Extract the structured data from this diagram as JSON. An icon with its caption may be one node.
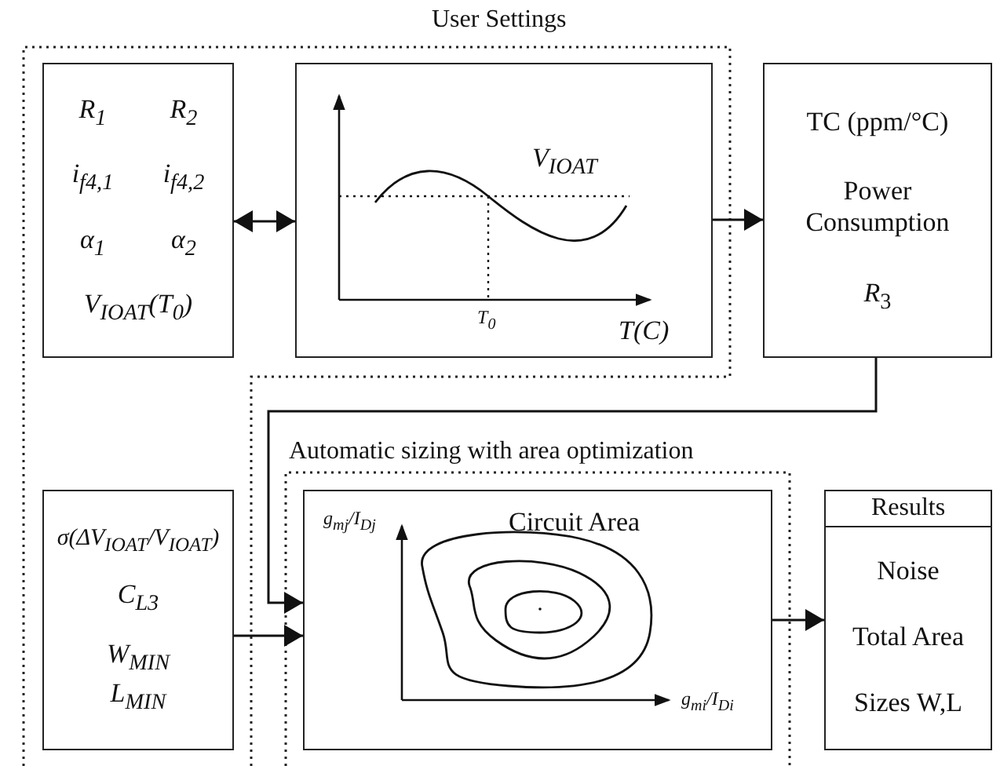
{
  "diagram": {
    "nodes": [
      {
        "text": [
          "User Settings"
        ]
      },
      {
        "text": [
          "R$_{1}$",
          "R$_{2}$",
          "i$_{f4,1}$",
          "i$_{f4,2}$",
          "α$_{1}$",
          "α$_{2}$",
          "V$_{IOAT}$(T$_{0}$)"
        ],
        "in": 0
      },
      {
        "text": [
          "V$_{IOAT}$",
          "T$_{0}$",
          "T(C)"
        ],
        "in": 0
      },
      {
        "text": [
          "TC (ppm/°C)",
          "Power Consumption",
          "*R*$_{3}$"
        ]
      },
      {
        "text": [
          "σ(ΔV$_{IOAT}$/V$_{IOAT}$)",
          "C$_{L3}$",
          "W$_{MIN}$ L$_{MIN}$"
        ],
        "in": 0
      },
      {
        "text": [
          "Automatic sizing with area optimization"
        ]
      },
      {
        "text": [
          "g$_{mj}$/I$_{Dj}$",
          "Circuit Area",
          "g$_{mi}$/I$_{Di}$"
        ],
        "in": 5
      },
      {
        "text": [
          "Results",
          "Noise",
          "Total Area",
          "Sizes W,L"
        ]
      }
    ],
    "edges": [
      {
        "from": 1,
        "to": 2,
        "arrow": "both"
      },
      {
        "from": 2,
        "to": 3,
        "arrow": "to"
      },
      {
        "from": 3,
        "to": 6,
        "arrow": "to"
      },
      {
        "from": 4,
        "to": 6,
        "arrow": "to"
      },
      {
        "from": 6,
        "to": 7,
        "arrow": "to"
      }
    ]
  }
}
